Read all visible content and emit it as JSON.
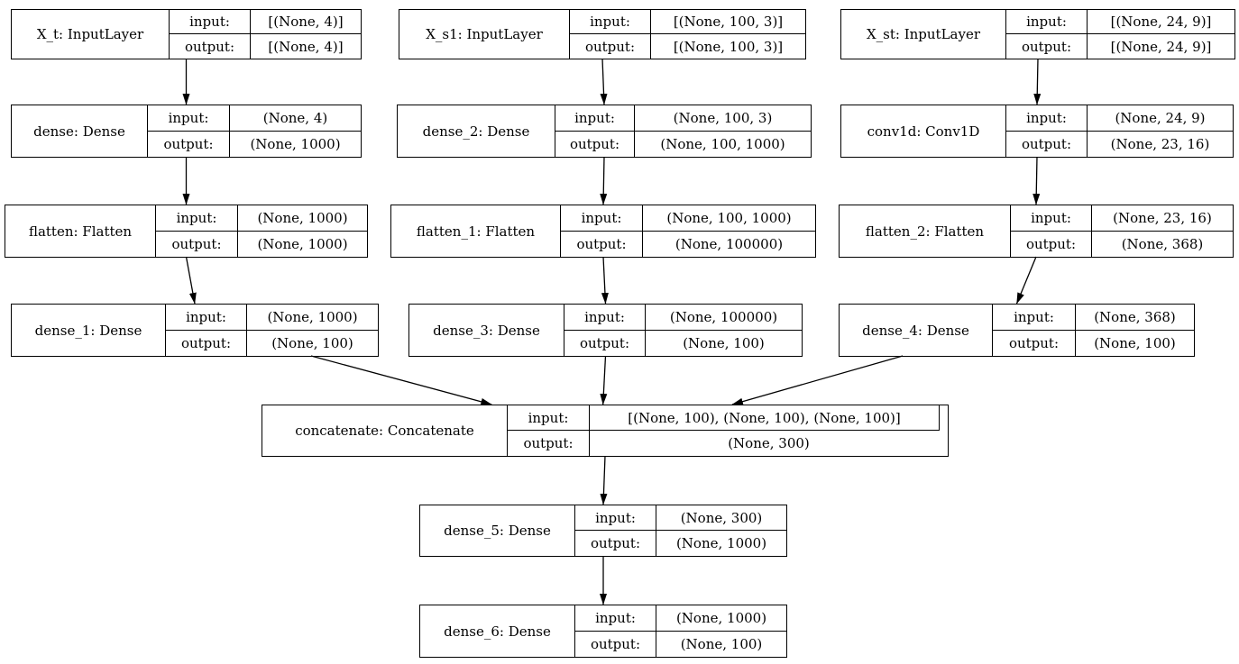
{
  "diagram": {
    "kind": "keras-model-plot",
    "field_labels": {
      "input": "input:",
      "output": "output:"
    },
    "colors": {
      "background": "#ffffff",
      "node_fill": "#ffffff",
      "node_border": "#000000",
      "edge": "#000000",
      "text": "#000000"
    },
    "nodes": [
      {
        "id": "X_t",
        "name": "X_t: InputLayer",
        "input": "[(None, 4)]",
        "output": "[(None, 4)]"
      },
      {
        "id": "X_s1",
        "name": "X_s1: InputLayer",
        "input": "[(None, 100, 3)]",
        "output": "[(None, 100, 3)]"
      },
      {
        "id": "X_st",
        "name": "X_st: InputLayer",
        "input": "[(None, 24, 9)]",
        "output": "[(None, 24, 9)]"
      },
      {
        "id": "dense",
        "name": "dense: Dense",
        "input": "(None, 4)",
        "output": "(None, 1000)"
      },
      {
        "id": "dense_2",
        "name": "dense_2: Dense",
        "input": "(None, 100, 3)",
        "output": "(None, 100, 1000)"
      },
      {
        "id": "conv1d",
        "name": "conv1d: Conv1D",
        "input": "(None, 24, 9)",
        "output": "(None, 23, 16)"
      },
      {
        "id": "flatten",
        "name": "flatten: Flatten",
        "input": "(None, 1000)",
        "output": "(None, 1000)"
      },
      {
        "id": "flatten_1",
        "name": "flatten_1: Flatten",
        "input": "(None, 100, 1000)",
        "output": "(None, 100000)"
      },
      {
        "id": "flatten_2",
        "name": "flatten_2: Flatten",
        "input": "(None, 23, 16)",
        "output": "(None, 368)"
      },
      {
        "id": "dense_1",
        "name": "dense_1: Dense",
        "input": "(None, 1000)",
        "output": "(None, 100)"
      },
      {
        "id": "dense_3",
        "name": "dense_3: Dense",
        "input": "(None, 100000)",
        "output": "(None, 100)"
      },
      {
        "id": "dense_4",
        "name": "dense_4: Dense",
        "input": "(None, 368)",
        "output": "(None, 100)"
      },
      {
        "id": "concatenate",
        "name": "concatenate: Concatenate",
        "input": "[(None, 100), (None, 100), (None, 100)]",
        "output": "(None, 300)"
      },
      {
        "id": "dense_5",
        "name": "dense_5: Dense",
        "input": "(None, 300)",
        "output": "(None, 1000)"
      },
      {
        "id": "dense_6",
        "name": "dense_6: Dense",
        "input": "(None, 1000)",
        "output": "(None, 100)"
      }
    ],
    "edges": [
      {
        "from": "X_t",
        "to": "dense"
      },
      {
        "from": "X_s1",
        "to": "dense_2"
      },
      {
        "from": "X_st",
        "to": "conv1d"
      },
      {
        "from": "dense",
        "to": "flatten"
      },
      {
        "from": "dense_2",
        "to": "flatten_1"
      },
      {
        "from": "conv1d",
        "to": "flatten_2"
      },
      {
        "from": "flatten",
        "to": "dense_1"
      },
      {
        "from": "flatten_1",
        "to": "dense_3"
      },
      {
        "from": "flatten_2",
        "to": "dense_4"
      },
      {
        "from": "dense_1",
        "to": "concatenate",
        "fx": 0.816,
        "tx": 0.335
      },
      {
        "from": "dense_3",
        "to": "concatenate",
        "fx": 0.5,
        "tx": 0.497
      },
      {
        "from": "dense_4",
        "to": "concatenate",
        "fx": 0.18,
        "tx": 0.685
      },
      {
        "from": "concatenate",
        "to": "dense_5"
      },
      {
        "from": "dense_5",
        "to": "dense_6"
      }
    ]
  }
}
